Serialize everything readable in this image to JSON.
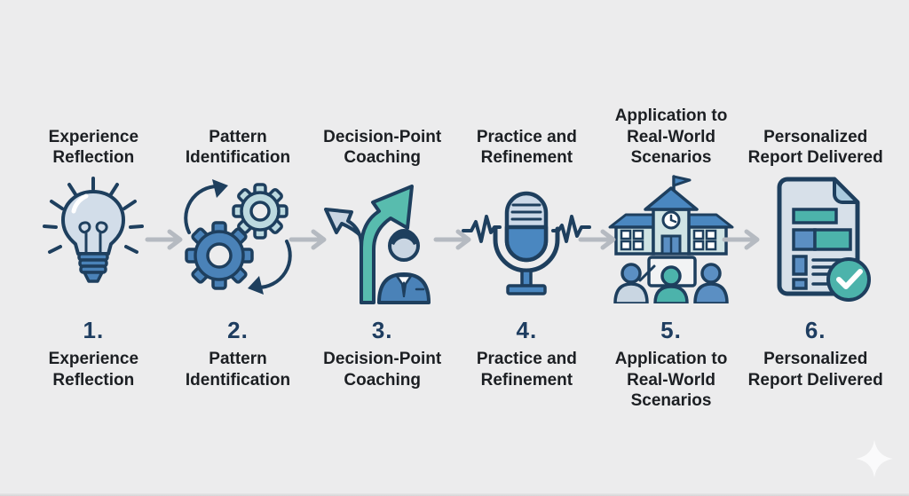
{
  "background": "#ececed",
  "colors": {
    "navy_outline": "#1e3f5e",
    "blue_fill": "#4a87c0",
    "teal_fill": "#4cb3ab",
    "light_blue_fill": "#cfdbe8",
    "connector_gray": "#b5bac1",
    "title_text": "#1c1f23",
    "number_text": "#1e3d60"
  },
  "steps": [
    {
      "number": "1.",
      "title": "Experience\nReflection",
      "label": "Experience\nReflection",
      "icon": "lightbulb-icon"
    },
    {
      "number": "2.",
      "title": "Pattern\nIdentification",
      "label": "Pattern\nIdentification",
      "icon": "gears-icon"
    },
    {
      "number": "3.",
      "title": "Decision-Point\nCoaching",
      "label": "Decision-Point\nCoaching",
      "icon": "fork-arrows-person-icon"
    },
    {
      "number": "4.",
      "title": "Practice and\nRefinement",
      "label": "Practice and\nRefinement",
      "icon": "microphone-waveform-icon"
    },
    {
      "number": "5.",
      "title": "Application to\nReal-World\nScenarios",
      "label": "Application to\nReal-World\nScenarios",
      "icon": "school-presentation-icon"
    },
    {
      "number": "6.",
      "title": "Personalized\nReport Delivered",
      "label": "Personalized\nReport Delivered",
      "icon": "report-checkmark-icon"
    }
  ],
  "connectors": {
    "icon": "arrow-right-icon",
    "count": 5
  },
  "watermark": {
    "icon": "sparkle-icon"
  }
}
